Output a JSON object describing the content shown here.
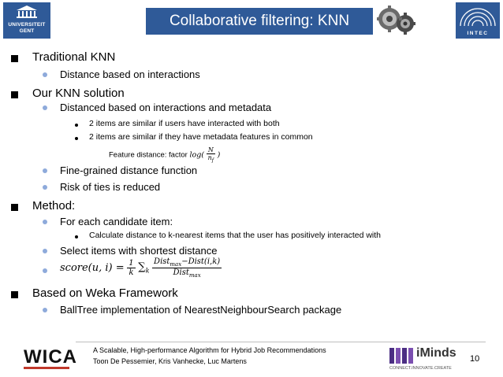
{
  "header": {
    "title": "Collaborative filtering: KNN",
    "left_logo_line1": "UNIVERSITEIT",
    "left_logo_line2": "GENT",
    "right_logo_text": "INTEC",
    "accent_color": "#2f5a98"
  },
  "content": {
    "b1": "Traditional KNN",
    "b1_1": "Distance based on interactions",
    "b2": "Our KNN solution",
    "b2_1": "Distanced based on interactions and metadata",
    "b2_1_1": "2 items are similar if users have interacted with both",
    "b2_1_2": "2 items are similar if they have metadata features in common",
    "feature_label": "Feature distance: factor",
    "feature_fn": "log(",
    "feature_num": "N",
    "feature_den": "n",
    "feature_den_sub": "f",
    "feature_close": ")",
    "b2_2": "Fine-grained distance function",
    "b2_3": "Risk of ties is reduced",
    "b3": "Method:",
    "b3_1": "For each candidate item:",
    "b3_1_1": "Calculate distance to k-nearest items that the user has positively interacted with",
    "b3_2": "Select items with shortest distance",
    "formula_lhs": "score(u, i) =",
    "formula_one": "1",
    "formula_k": "k",
    "formula_sum": "∑",
    "formula_sum_sub": "k",
    "formula_num_a": "Dist",
    "formula_num_a_sub": "max",
    "formula_num_b": "−Dist(i,k)",
    "formula_den": "Dist",
    "formula_den_sub": "max",
    "b4": "Based on Weka Framework",
    "b4_1": "BallTree implementation of NearestNeighbourSearch package"
  },
  "footer": {
    "logo_text": "WICA",
    "line1": "A Scalable, High-performance Algorithm for Hybrid Job Recommendations",
    "line2": "Toon De Pessemier, Kris Vanhecke, Luc Martens",
    "iminds_text": "iMinds",
    "iminds_tagline": "CONNECT.INNOVATE.CREATE",
    "page_number": "10"
  }
}
